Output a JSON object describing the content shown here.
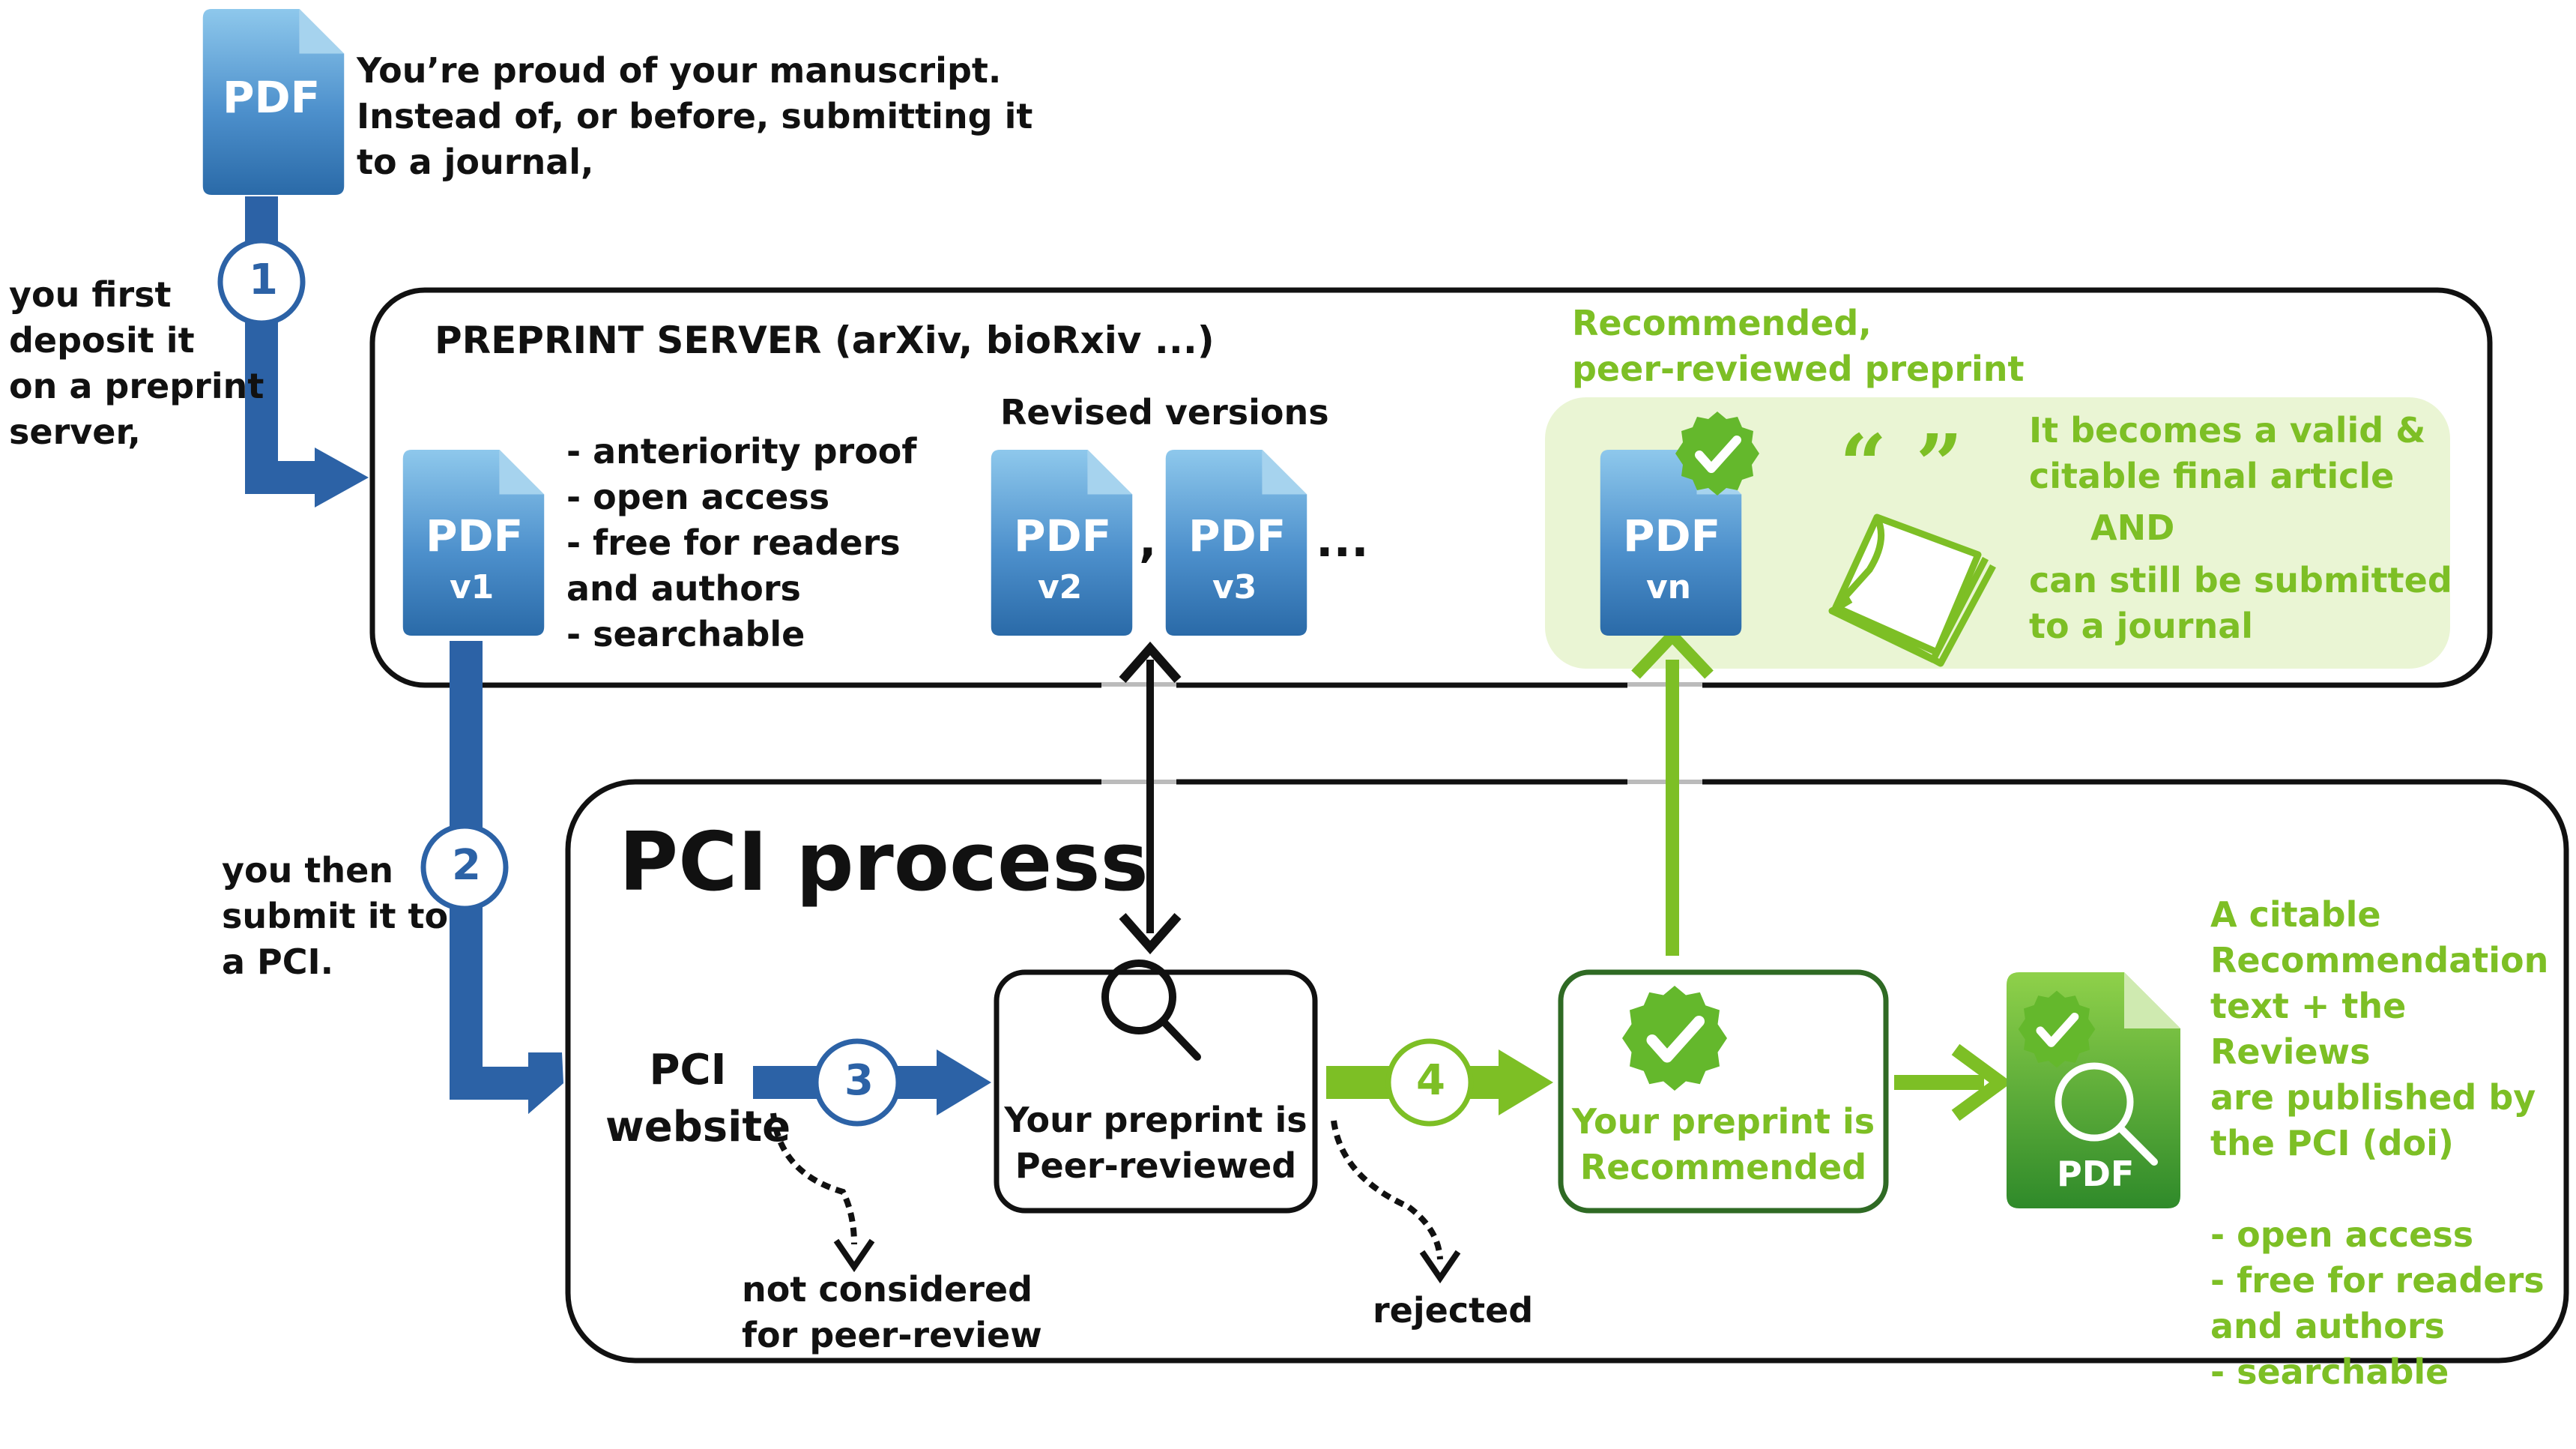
{
  "intro": {
    "pdf_label": "PDF",
    "text": "You’re proud of your manuscript.\nInstead of, or before, submitting it\nto a journal,"
  },
  "steps": {
    "s1": {
      "num": "1",
      "text": "you first\ndeposit it\non a preprint\nserver,"
    },
    "s2": {
      "num": "2",
      "text": "you then\nsubmit it to\na PCI."
    },
    "s3": {
      "num": "3"
    },
    "s4": {
      "num": "4"
    }
  },
  "preprint_server": {
    "title": "PREPRINT SERVER (arXiv, bioRxiv ...)",
    "v1": {
      "pdf": "PDF",
      "ver": "v1"
    },
    "benefits": "- anteriority proof\n- open access\n- free for readers\n  and authors\n- searchable",
    "revised_title": "Revised versions",
    "v2": {
      "pdf": "PDF",
      "ver": "v2"
    },
    "v3": {
      "pdf": "PDF",
      "ver": "v3"
    },
    "comma": ",",
    "ellipsis": "...",
    "recommended_title": "Recommended,\npeer-reviewed preprint",
    "vn": {
      "pdf": "PDF",
      "ver": "vn"
    },
    "quote": "“ ”",
    "final_text_1": "It becomes a valid &\ncitable final article",
    "final_and": "AND",
    "final_text_2": "can still be submitted\nto a journal"
  },
  "pci": {
    "title": "PCI process",
    "website": "PCI\nwebsite",
    "not_considered": "not considered\nfor peer-review",
    "peer_reviewed": "Your preprint is\nPeer-reviewed",
    "rejected": "rejected",
    "recommended": "Your preprint is\nRecommended",
    "pdf_label": "PDF",
    "published": "A citable\nRecommendation\ntext + the Reviews\nare published by\nthe PCI (doi)\n\n- open access\n- free for readers\n  and authors\n- searchable"
  },
  "colors": {
    "blue": "#2c62a6",
    "light_blue": "#5da3d6",
    "green": "#7dbf25",
    "dark_green": "#2f8a2a",
    "light_green_bg": "#eaf5d4",
    "black": "#111111"
  },
  "icons": [
    "pdf-file-icon",
    "magnifier-icon",
    "checkmark-seal-icon",
    "quote-marks-icon",
    "stacked-pages-icon"
  ]
}
